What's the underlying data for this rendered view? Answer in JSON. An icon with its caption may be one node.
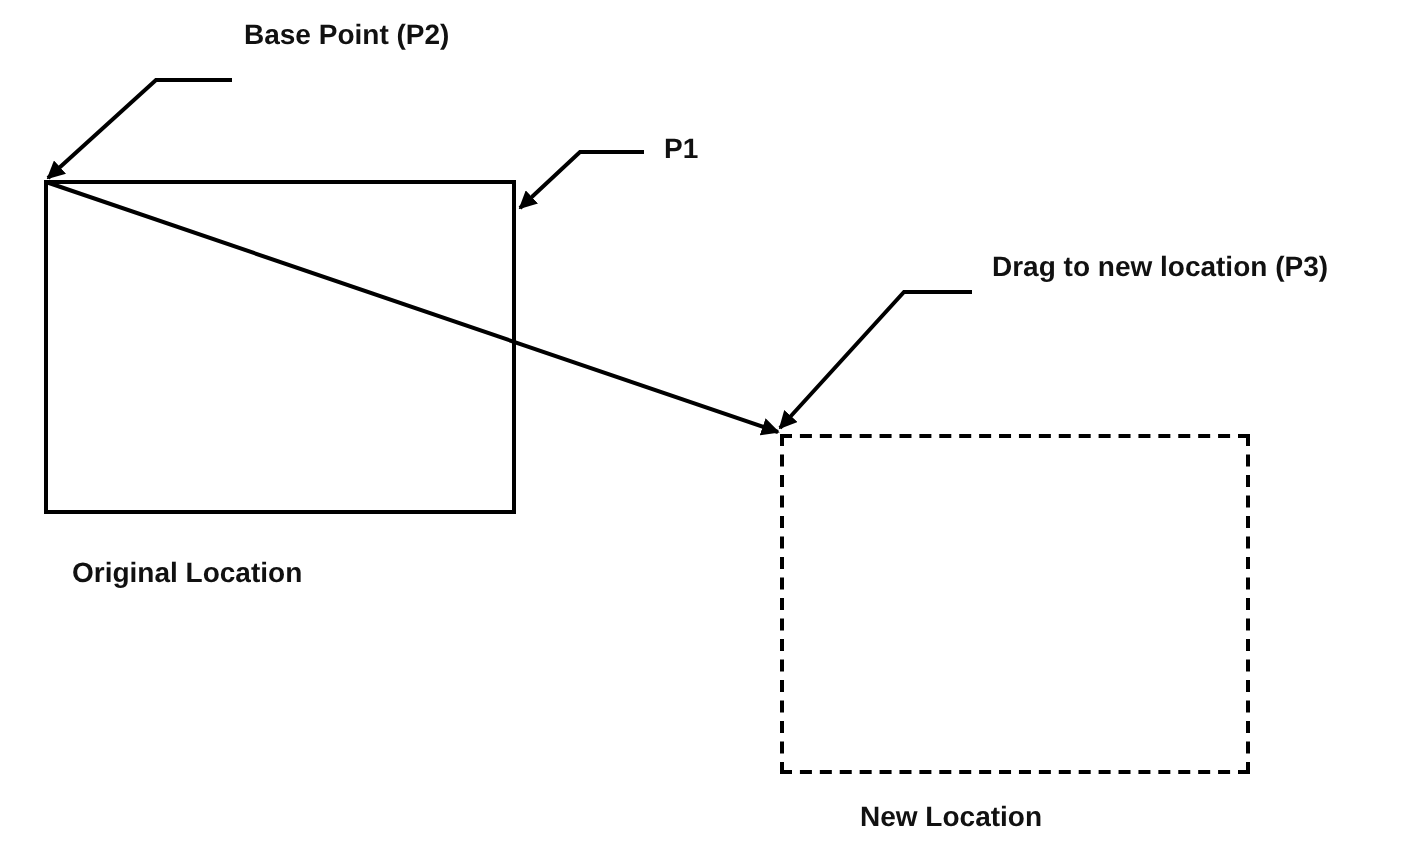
{
  "diagram": {
    "nodes": [
      {
        "text": [],
        "shape": "box",
        "beside": [
          "Original Location"
        ]
      },
      {
        "text": [],
        "shape": "box",
        "beside": [
          "New Location"
        ]
      },
      {
        "text": [
          "Base Point (P2)"
        ]
      },
      {
        "text": [
          "P1"
        ]
      },
      {
        "text": [
          "Drag to new location (P3)"
        ]
      }
    ],
    "edges": [
      {
        "from": 2,
        "to": 0,
        "arrow": "to"
      },
      {
        "from": 3,
        "to": 0,
        "arrow": "to"
      },
      {
        "from": 4,
        "to": 1,
        "arrow": "to"
      },
      {
        "from": 0,
        "to": 1,
        "arrow": "to"
      }
    ]
  }
}
